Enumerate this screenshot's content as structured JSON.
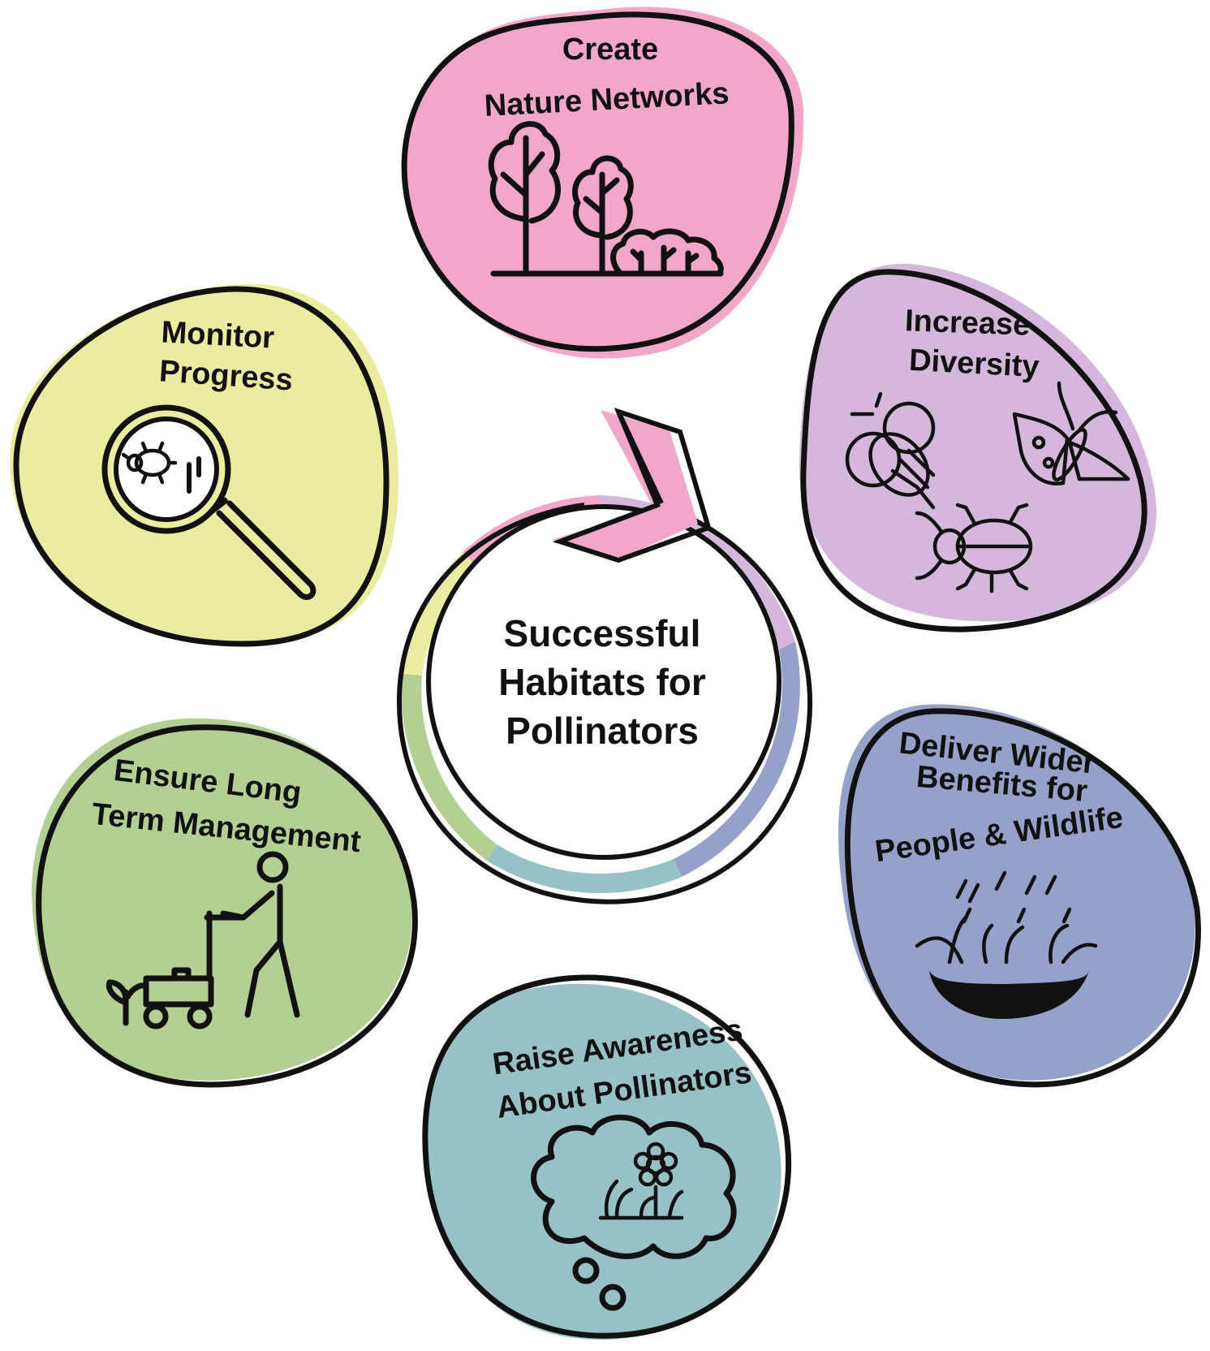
{
  "center": {
    "line1": "Successful",
    "line2": "Habitats for",
    "line3": "Pollinators"
  },
  "steps": {
    "create": {
      "line1": "Create",
      "line2": "Nature Networks",
      "color": "#f2a7c9",
      "icon": "trees-icon"
    },
    "diverse": {
      "line1": "Increase",
      "line2": "Diversity",
      "color": "#d4b8d9",
      "icon": "insects-icon"
    },
    "deliver": {
      "line1": "Deliver Wider",
      "line2": "Benefits for",
      "line3": "People & Wildlife",
      "color": "#95a1c9",
      "icon": "rain-grass-icon"
    },
    "raise": {
      "line1": "Raise Awareness",
      "line2": "About Pollinators",
      "color": "#98c1c6",
      "icon": "thought-cloud-icon"
    },
    "ensure": {
      "line1": "Ensure Long",
      "line2": "Term Management",
      "color": "#b3cf93",
      "icon": "mower-icon"
    },
    "monitor": {
      "line1": "Monitor",
      "line2": "Progress",
      "color": "#eaec9f",
      "icon": "magnifier-icon"
    }
  }
}
